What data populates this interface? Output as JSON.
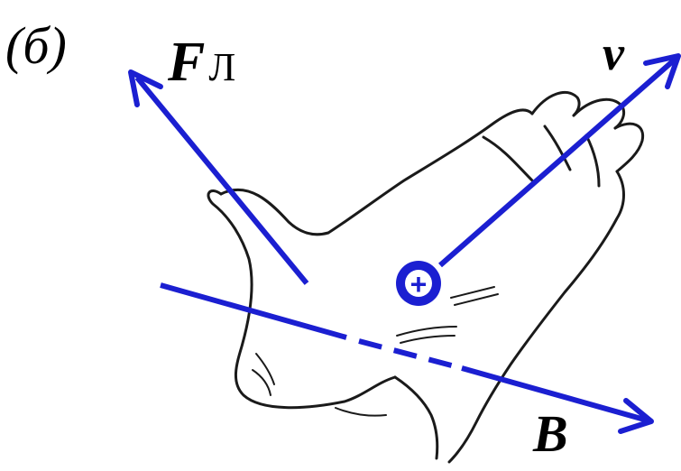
{
  "panel_label": "(б)",
  "labels": {
    "force_main": "F",
    "force_subscript": "Л",
    "velocity": "v",
    "field": "B"
  },
  "charge_symbol": "+",
  "colors": {
    "vector": "#1b1fd1",
    "outline": "#1a1a1a",
    "background": "#ffffff"
  },
  "icons": {
    "hand": "left-hand-icon",
    "charge": "positive-charge-icon"
  }
}
